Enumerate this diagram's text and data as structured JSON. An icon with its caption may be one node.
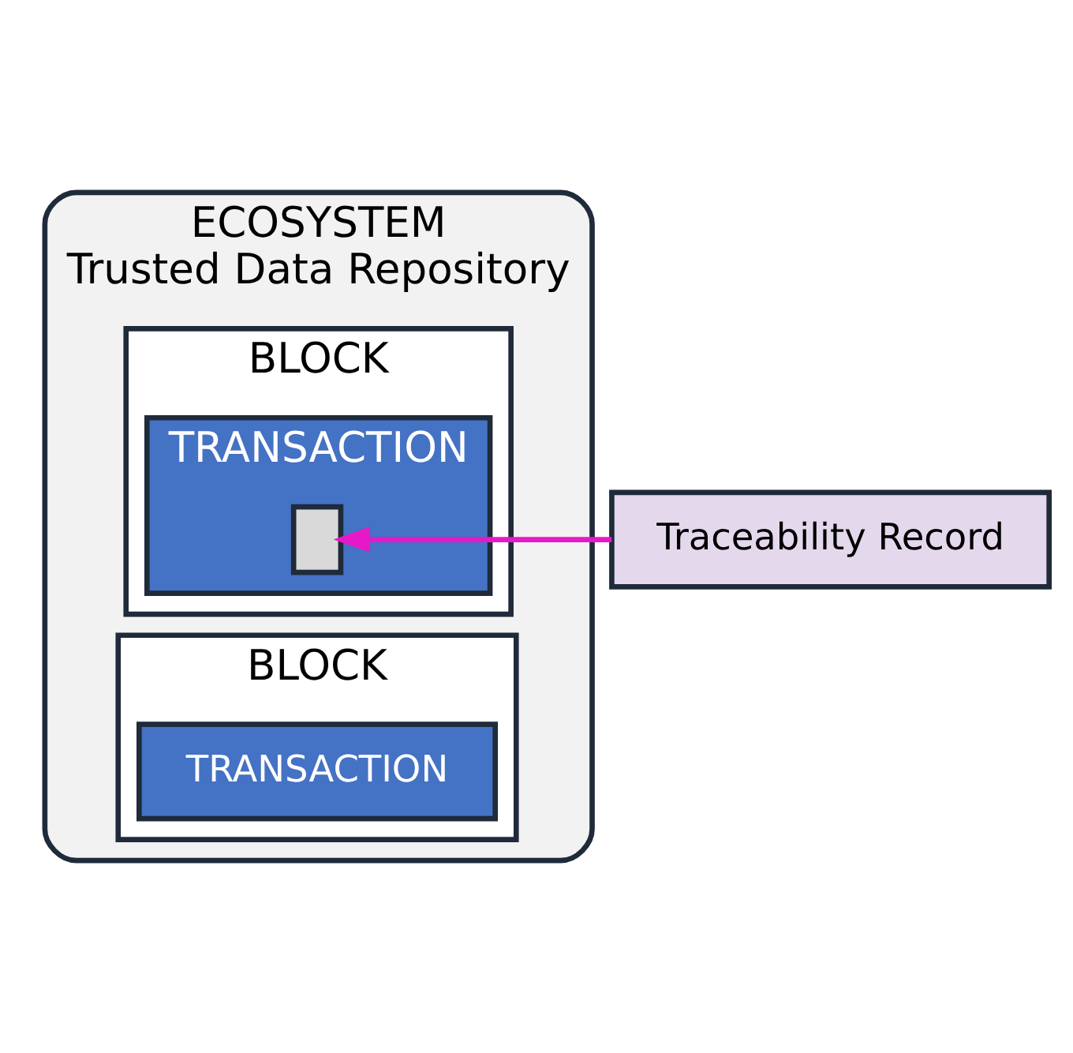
{
  "diagram": {
    "nodes": [
      {
        "text": [
          "ECOSYSTEM",
          "Trusted Data Repository"
        ]
      },
      {
        "text": [
          "BLOCK"
        ],
        "in": 0
      },
      {
        "text": [
          "TRANSACTION"
        ],
        "in": 1
      },
      {
        "text": [],
        "shape": "box",
        "in": 2
      },
      {
        "text": [
          "BLOCK"
        ],
        "in": 0
      },
      {
        "text": [
          "TRANSACTION"
        ],
        "in": 4
      },
      {
        "text": [
          "Traceability Record"
        ]
      }
    ],
    "edges": [
      {
        "from": 6,
        "to": 3,
        "arrow": "to",
        "color": "#e619c8"
      }
    ]
  }
}
